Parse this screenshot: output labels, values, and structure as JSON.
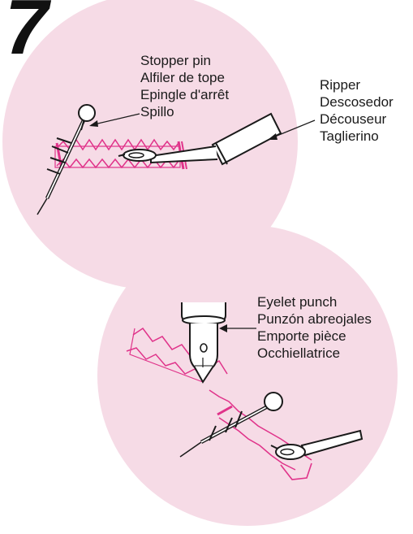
{
  "step_number": "7",
  "colors": {
    "circle_fill": "#f6dbe6",
    "stitch_pink": "#e0338a",
    "line": "#1a1a1a"
  },
  "labels": {
    "stopper_pin": [
      "Stopper pin",
      "Alfiler de tope",
      "Epingle d'arrêt",
      "Spillo"
    ],
    "ripper": [
      "Ripper",
      "Descosedor",
      "Découseur",
      "Taglierino"
    ],
    "eyelet_punch": [
      "Eyelet punch",
      "Punzón abreojales",
      "Emporte pièce",
      "Occhiellatrice"
    ]
  }
}
